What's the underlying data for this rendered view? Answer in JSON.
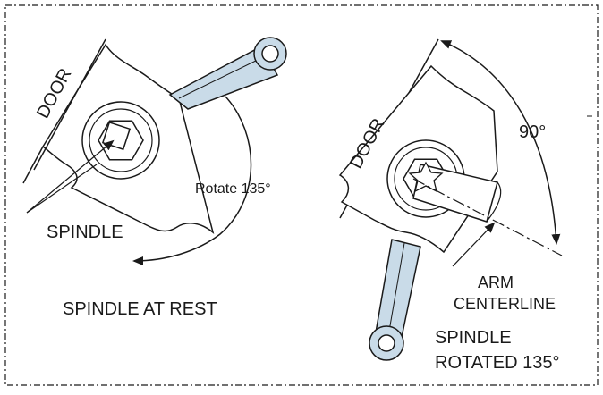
{
  "colors": {
    "wrench_fill": "#c9dbe8",
    "line": "#1a1a1a",
    "background": "#ffffff"
  },
  "left_view": {
    "door_label": "DOOR",
    "rotate_label": "Rotate 135°",
    "spindle_label": "SPINDLE",
    "caption": "SPINDLE AT REST"
  },
  "right_view": {
    "door_label": "DOOR",
    "angle_label": "90°",
    "arm_label_line1": "ARM",
    "arm_label_line2": "CENTERLINE",
    "caption_line1": "SPINDLE",
    "caption_line2": "ROTATED 135°"
  }
}
